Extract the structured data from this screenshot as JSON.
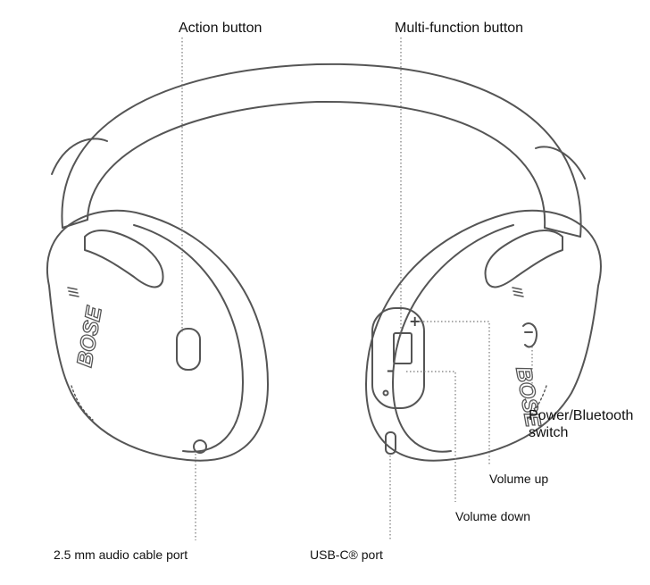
{
  "labels": {
    "action_button": "Action button",
    "multi_function_button": "Multi-function button",
    "power_bluetooth_switch": "Power/Bluetooth switch",
    "volume_up": "Volume up",
    "volume_down": "Volume down",
    "audio_cable_port": "2.5 mm audio cable port",
    "usb_c_port": "USB-C® port"
  },
  "brand_marks": {
    "left_earcup": "BOSE",
    "right_earcup": "BOSE"
  },
  "colors": {
    "outline": "#555555",
    "leader_line": "#777777",
    "text": "#111111"
  }
}
